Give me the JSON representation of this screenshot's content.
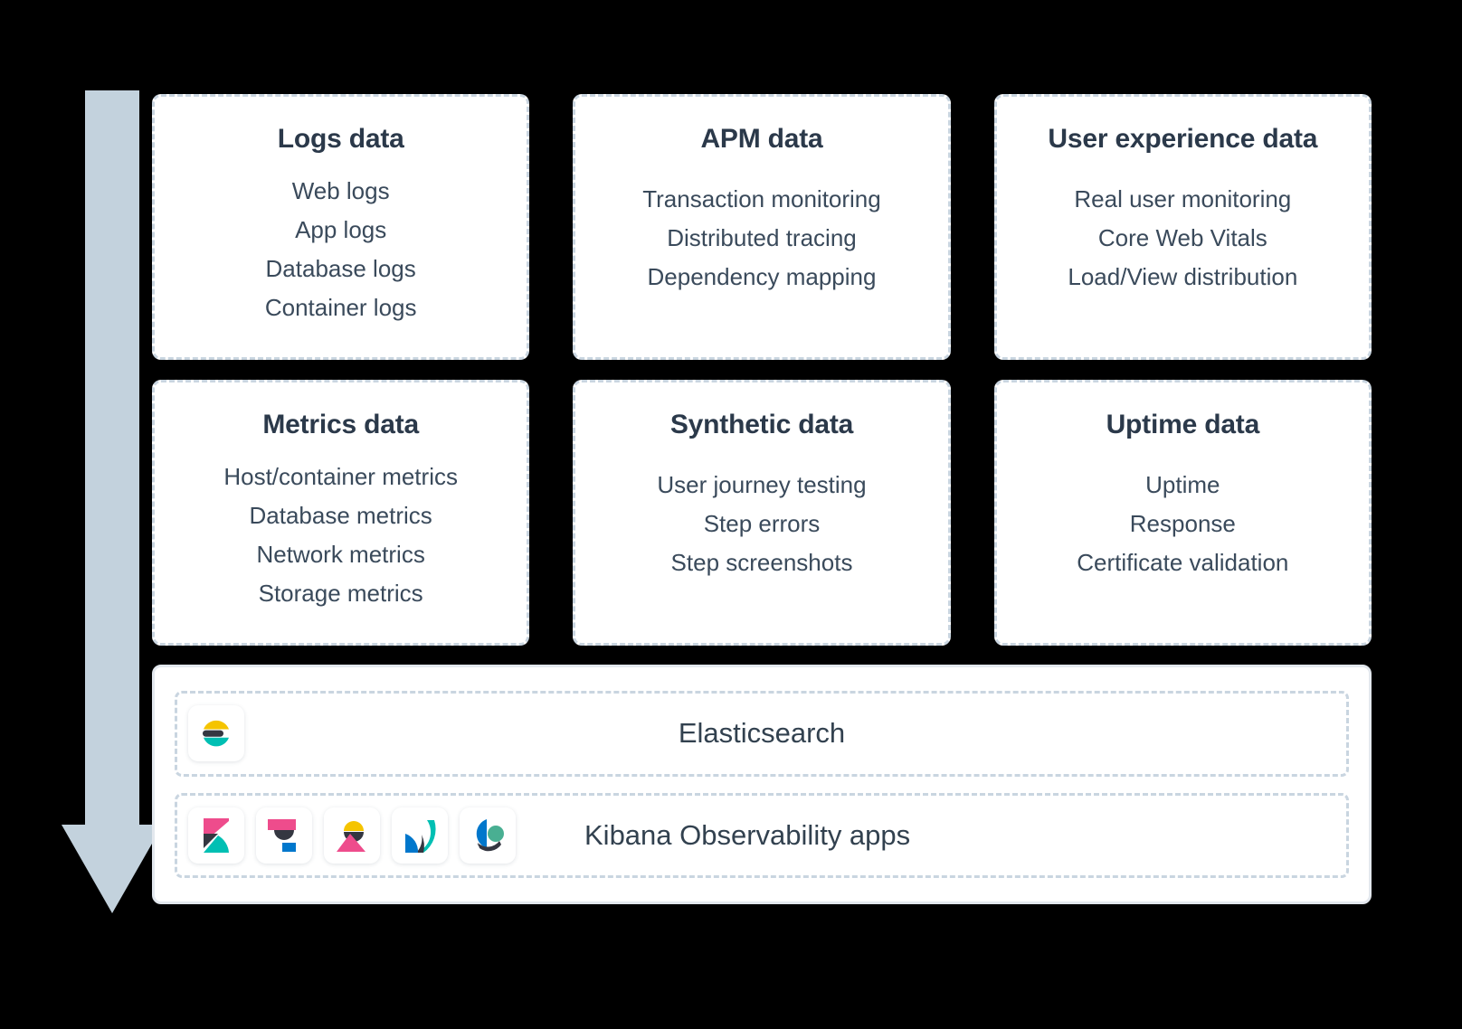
{
  "colors": {
    "background": "#000000",
    "card_background": "#ffffff",
    "dashed_border": "#c9d5e0",
    "solid_border": "#e3e8ee",
    "title_text": "#2b394a",
    "body_text": "#3a4a5b",
    "arrow_fill": "#c3d2dd",
    "elastic_yellow": "#f5c400",
    "elastic_teal": "#00bfb3",
    "elastic_navy": "#343741",
    "elastic_pink": "#ee4c8c",
    "elastic_blue": "#0077cc",
    "elastic_green_teal": "#49af92"
  },
  "flow_arrow": {
    "direction": "down",
    "name": "data-flow-arrow"
  },
  "cards": [
    {
      "id": "logs-data",
      "title": "Logs data",
      "items": [
        "Web logs",
        "App logs",
        "Database logs",
        "Container logs"
      ]
    },
    {
      "id": "apm-data",
      "title": "APM data",
      "items": [
        "Transaction monitoring",
        "Distributed tracing",
        "Dependency mapping"
      ]
    },
    {
      "id": "user-experience-data",
      "title": "User experience data",
      "items": [
        "Real user monitoring",
        "Core Web Vitals",
        "Load/View distribution"
      ]
    },
    {
      "id": "metrics-data",
      "title": "Metrics data",
      "items": [
        "Host/container metrics",
        "Database metrics",
        "Network metrics",
        "Storage metrics"
      ]
    },
    {
      "id": "synthetic-data",
      "title": "Synthetic data",
      "items": [
        "User journey testing",
        "Step errors",
        "Step screenshots"
      ]
    },
    {
      "id": "uptime-data",
      "title": "Uptime data",
      "items": [
        "Uptime",
        "Response",
        "Certificate validation"
      ]
    }
  ],
  "stack": {
    "elasticsearch": {
      "label": "Elasticsearch",
      "icons": [
        "elasticsearch-logo-icon"
      ]
    },
    "kibana": {
      "label": "Kibana Observability apps",
      "icons": [
        "kibana-logo-icon",
        "logs-app-logo-icon",
        "metrics-app-logo-icon",
        "apm-app-logo-icon",
        "uptime-app-logo-icon"
      ]
    }
  }
}
